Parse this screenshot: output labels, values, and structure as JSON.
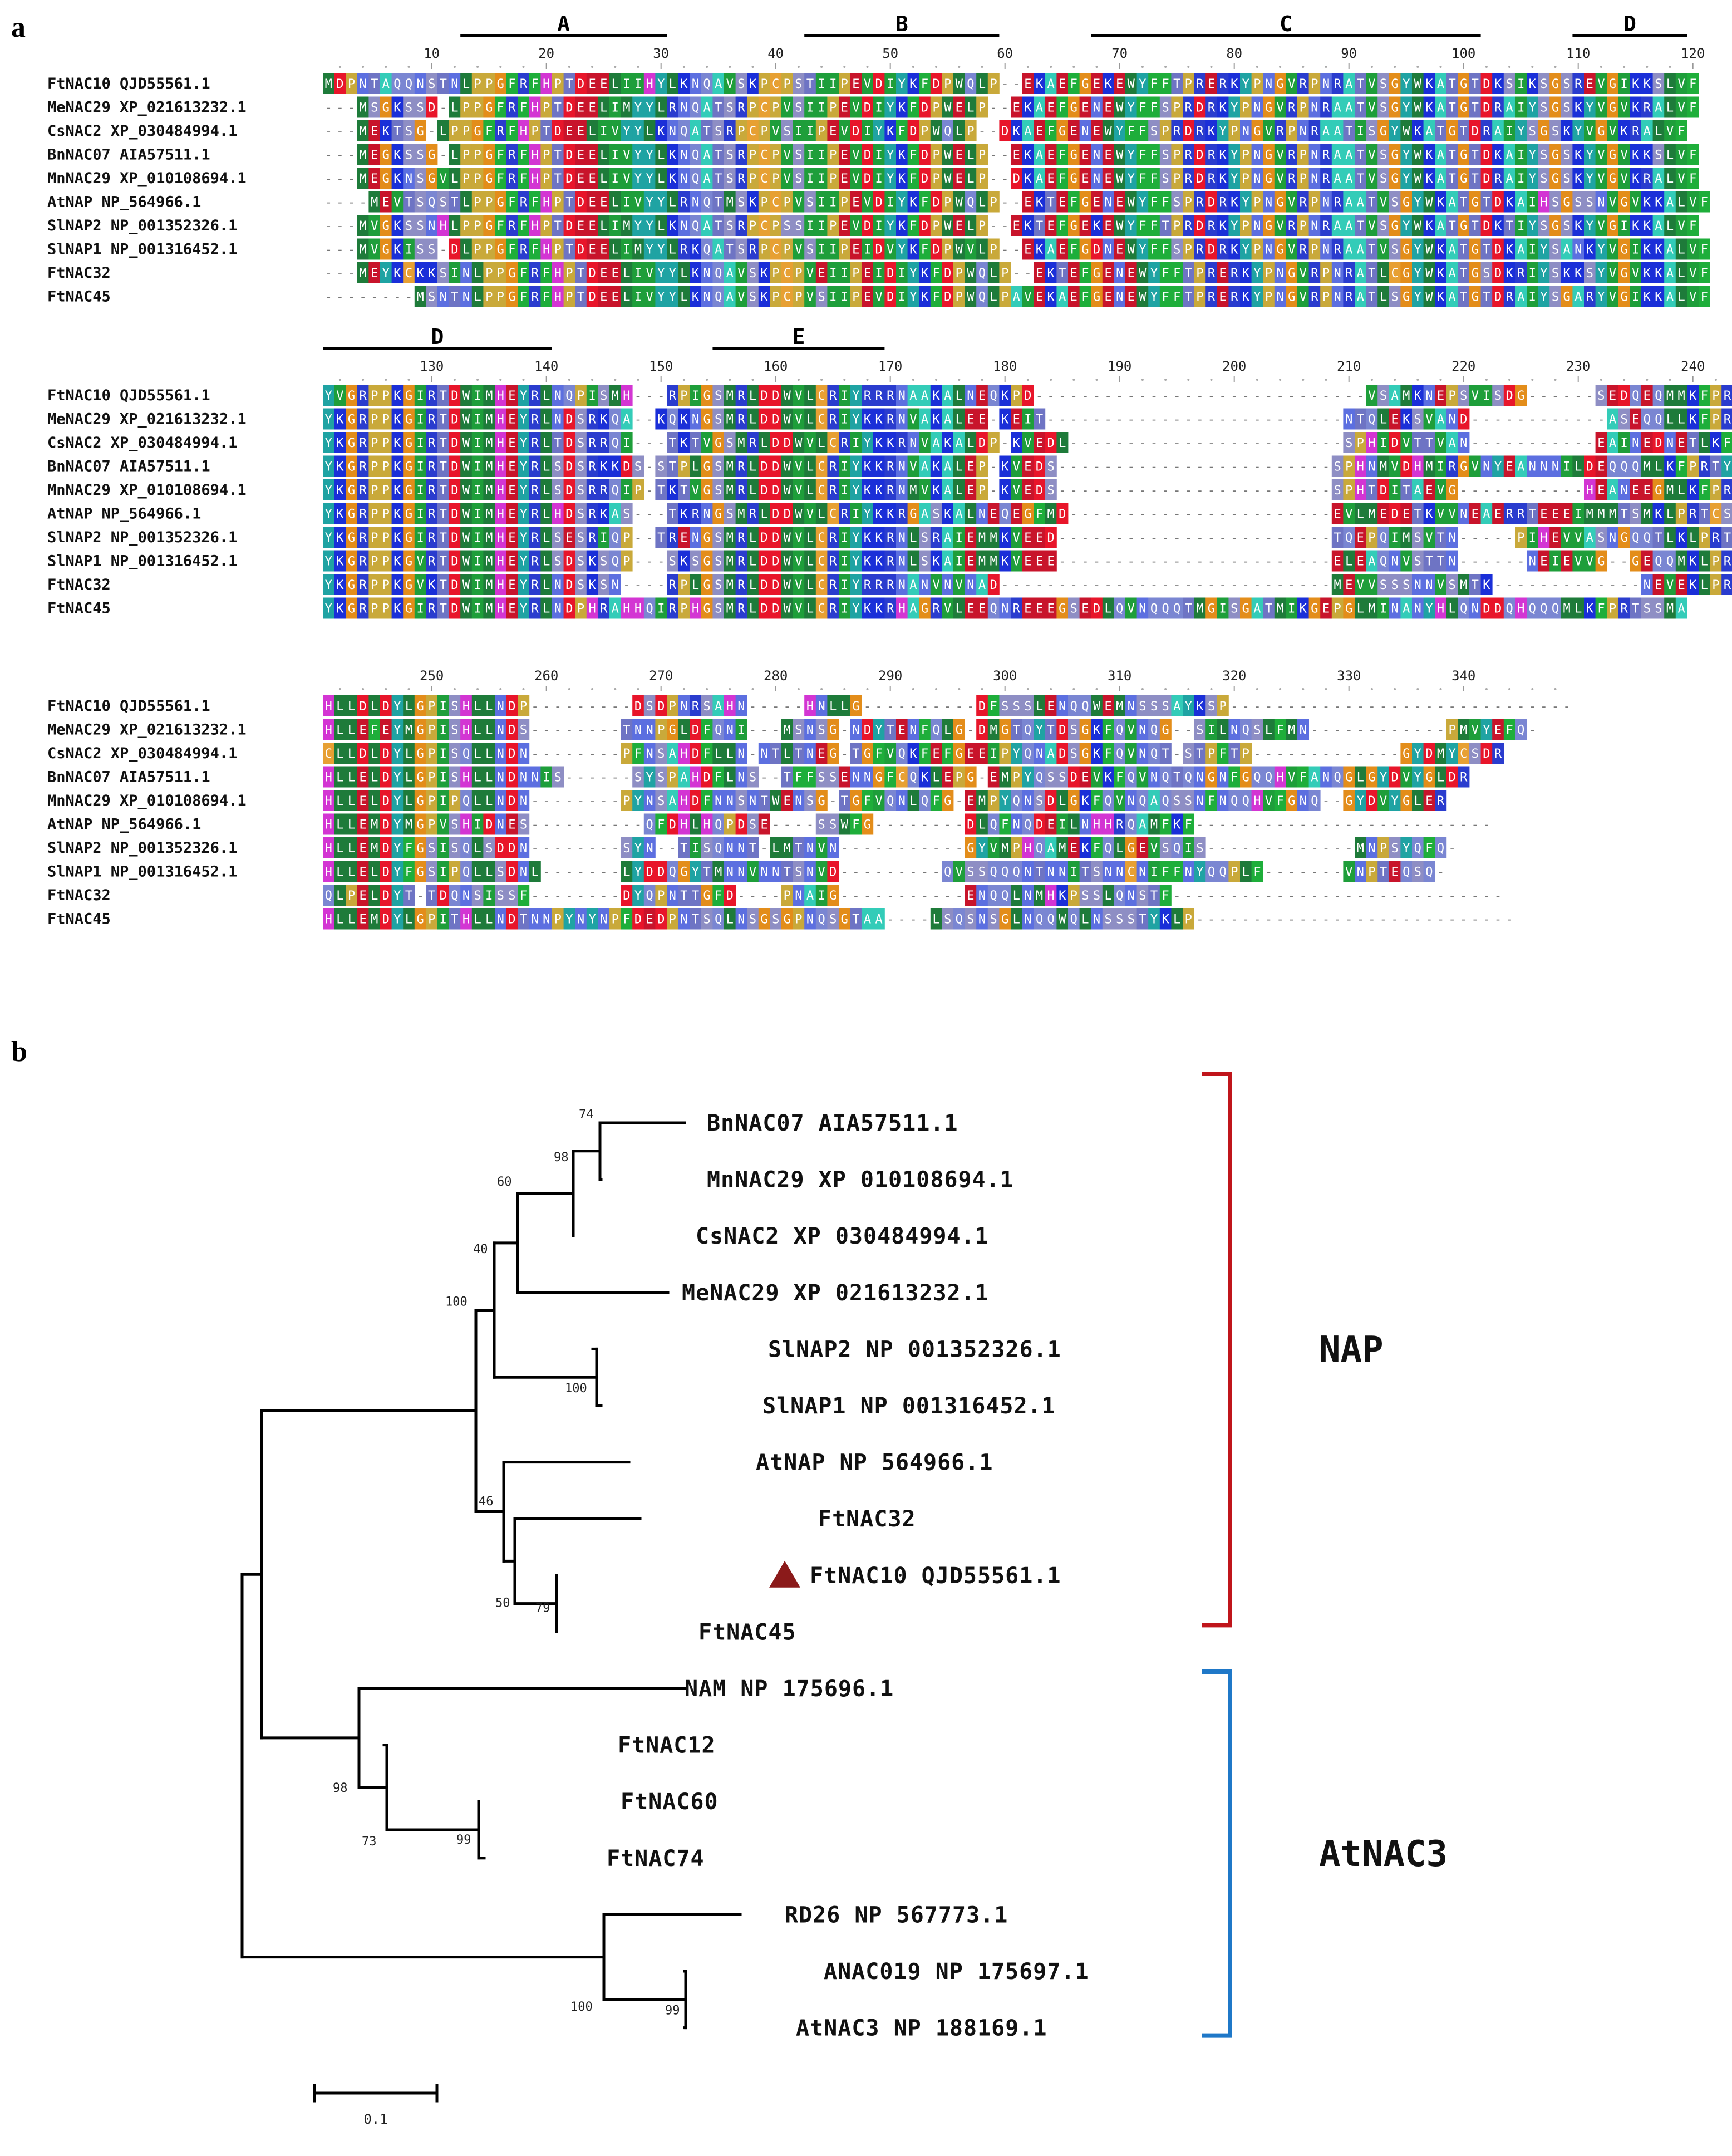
{
  "panel_a": {
    "label": "a",
    "blocks": [
      {
        "start": 1,
        "ruler_ticks": [
          "10",
          "20",
          "30",
          "40",
          "50",
          "60",
          "70",
          "80",
          "90",
          "100",
          "110",
          "120"
        ],
        "motifs": [
          {
            "label": "A",
            "from": 13,
            "to": 30
          },
          {
            "label": "B",
            "from": 43,
            "to": 59
          },
          {
            "label": "C",
            "from": 68,
            "to": 101
          },
          {
            "label": "D",
            "from": 110,
            "to": 119
          }
        ],
        "rows": [
          {
            "name": "FtNAC10 QJD55561.1",
            "seq": "MDPNTAQQNSTNLPPGFRFHPTDEELIIHYLKNQAVSKPCPSTIIPEVDIYKFDPWQLP--EKAEFGEKEWYFFTPRERKYPNGVRPNRATVSGYWKATGTDKSIKSGSREVGIKKSLVF"
          },
          {
            "name": "MeNAC29 XP_021613232.1",
            "seq": "---MSGKSSD-LPPGFRFHPTDEELIMYYLRNQATSRPCPVSIIPEVDIYKFDPWELP--EKAEFGENEWYFFSPRDRKYPNGVRPNRAATVSGYWKATGTDRAIYSGSKYVGVKRALVF"
          },
          {
            "name": "CsNAC2 XP_030484994.1",
            "seq": "---MEKTSG-LPPGFRFHPTDEELIVYYLKNQATSRPCPVSIIPEVDIYKFDPWQLP--DKAEFGENEWYFFSPRDRKYPNGVRPNRAATISGYWKATGTDRAIYSGSKYVGVKRALVF"
          },
          {
            "name": "BnNAC07 AIA57511.1",
            "seq": "---MEGKSSG-LPPGFRFHPTDEELIVYYLKNQATSRPCPVSIIPEVDIYKFDPWELP--EKAEFGENEWYFFSPRDRKYPNGVRPNRAATVSGYWKATGTDKAIYSGSKYVGVKKSLVF"
          },
          {
            "name": "MnNAC29 XP_010108694.1",
            "seq": "---MEGKNSGVLPPGFRFHPTDEELIVYYLKNQATSRPCPVSIIPEVDIYKFDPWELP--DKAEFGENEWYFFSPRDRKYPNGVRPNRAATVSGYWKATGTDRAIYSGSKYVGVKRALVF"
          },
          {
            "name": "AtNAP NP_564966.1",
            "seq": "----MEVTSQSTLPPGFRFHPTDEELIVYYLRNQTMSKPCPVSIIPEVDIYKFDPWQLP--EKTEFGENEWYFFSPRDRKYPNGVRPNRAATVSGYWKATGTDKAIHSGSSNVGVKKALVF"
          },
          {
            "name": "SlNAP2 NP_001352326.1",
            "seq": "---MVGKSSNHLPPGFRFHPTDEELIMYYLKNQATSRPCPSSIIPEVDIYKFDPWELP--EKTEFGEKEWYFFTPRDRKYPNGVRPNRAATVSGYWKATGTDKTIYSGSKYVGIKKALVF"
          },
          {
            "name": "SlNAP1 NP_001316452.1",
            "seq": "---MVGKISS-DLPPGFRFHPTDEELIMYYLRKQATSRPCPVSIIPEIDVYKFDPWVLP--EKAEFGDNEWYFFSPRDRKYPNGVRPNRAATVSGYWKATGTDKAIYSANKYVGIKKALVF"
          },
          {
            "name": "FtNAC32",
            "seq": "---MEYKCKKSINLPPGFRFHPTDEELIVYYLKNQAVSKPCPVEIIPEIDIYKFDPWQLP--EKTEFGENEWYFFTPRERKYPNGVRPNRATLCGYWKATGSDKRIYSKKSYVGVKKALVF"
          },
          {
            "name": "FtNAC45",
            "seq": "--------MSNTNLPPGFRFHPTDEELIVYYLKNQAVSKPCPVSIIPEVDIYKFDPWQLPAVEKAEFGENEWYFFTPRERKYPNGVRPNRATLSGYWKATGTDRAIYSGARYVGIKKALVF"
          }
        ]
      },
      {
        "start": 121,
        "ruler_ticks": [
          "130",
          "140",
          "150",
          "160",
          "170",
          "180",
          "190",
          "200",
          "210",
          "220",
          "230",
          "240"
        ],
        "motifs": [
          {
            "label": "D",
            "from": 121,
            "to": 140
          },
          {
            "label": "E",
            "from": 155,
            "to": 169
          }
        ],
        "rows": [
          {
            "name": "FtNAC10 QJD55561.1",
            "seq": "YVGRPPKGIRTDWIMHEYRLNQPISMH---RPIGSMRLDDWVLCRIYRRRNAAKALNEQKPD-----------------------------VSAMKNEPSVISDG------SEDQEQMMKFPRTFSIA"
          },
          {
            "name": "MeNAC29 XP_021613232.1",
            "seq": "YKGRPPKGIRTDWIMHEYRLNDSRKQA--KQKNGSMRLDDWVLCRIYKKRNVAKALEE-KEIT--------------------------NTQLEKSVAND------------ASEQQLLKFPRTCSLS"
          },
          {
            "name": "CsNAC2 XP_030484994.1",
            "seq": "YKGRPPKGIRTDWIMHEYRLTDSRRQI---TKTVGSMRLDDWVLCRIYKKRNVAKALDP-KVEDL------------------------SPHIDVTTVAN-----------EAINEDNETLKFPRTYSLA"
          },
          {
            "name": "BnNAC07 AIA57511.1",
            "seq": "YKGRPPKGIRTDWIMHEYRLSDSRKKDS-STPLGSMRLDDWVLCRIYKKRNVAKALEP-KVEDS------------------------SPHNMVDHMIRGVNYEANNNILDEQQQMLKFPRTYSIA"
          },
          {
            "name": "MnNAC29 XP_010108694.1",
            "seq": "YKGRPPKGIRTDWIMHEYRLSDSRRQIP-TKTVGSMRLDDWVLCRIYKKRNMVKALEP-KVEDS------------------------SPHTDITAEVG-----------HEANEEGMLKFPRTYSIA"
          },
          {
            "name": "AtNAP NP_564966.1",
            "seq": "YKGRPPKGIRTDWIMHEYRLHDSRKAS---TKRNGSMRLDDWVLCRIYKKRGASKALNEQEGFMD-----------------------EVLMEDETKVVNEAERRTEEEIMMMTSMKLPRTCSIA"
          },
          {
            "name": "SlNAP2 NP_001352326.1",
            "seq": "YKGRPPKGIRTDWIMHEYRLSESRIQP--TRENGSMRLDDWVLCRIYKKRNLSRAIEMMKVEED------------------------TQEPQIMSVTN-----PIHEVVASNGQQTLKLPRTCSLS"
          },
          {
            "name": "SlNAP1 NP_001316452.1",
            "seq": "YKGRPPKGVRTDWIMHEYRLSDSKSQP---SKSGSMRLDDWVLCRIYKKRNLSKAIEMMKVEEE------------------------ELEAQNVSTTN------NEIEVVG--GEQQMKLPRICSLS"
          },
          {
            "name": "FtNAC32",
            "seq": "YKGRPPKGVKTDWIMHEYRLNDSKSN----RPLGSMRLDDWVLCRIYRRRNANVNVNAD-----------------------------MEVVSSSNNVSMTK-------------NEVEKLPRTFSLS"
          },
          {
            "name": "FtNAC45",
            "seq": "YKGRPPKGIRTDWIMHEYRLNDPHRAHHQIRPHGSMRLDDWVLCRIYKKRHAGRVLEEQNREEEGSEDLQVNQQQTMGISGATMIKGEPGLMINANYHLQNDDQHQQQMLKFPRTSSMA"
          }
        ]
      },
      {
        "start": 241,
        "ruler_ticks": [
          "250",
          "260",
          "270",
          "280",
          "290",
          "300",
          "310",
          "320",
          "330",
          "340"
        ],
        "motifs": [],
        "rows": [
          {
            "name": "FtNAC10 QJD55561.1",
            "seq": "HLLDLDYLGPISHLLNDP---------DSDPNRSAHN-----HNLLG----------DFSSSLENQQWEMNSSSAYKSP------------------------------"
          },
          {
            "name": "MeNAC29 XP_021613232.1",
            "seq": "HLLEFEYMGPISHLLNDS--------TNNPGLDFQNI---MSNSG-NDYTENFQLG-DMGTQYTDSGKFQVNQG--SILNQSLFMN------------PMVYEFQ-"
          },
          {
            "name": "CsNAC2 XP_030484994.1",
            "seq": "CLLDLDYLGPISQLLNDN--------PFNSAHDFLLN-NTLTNEG-TGFVQKFEFGEEIPYQNADSGKFQVNQT-STPFTP-------------GYDMYCSDR"
          },
          {
            "name": "BnNAC07 AIA57511.1",
            "seq": "HLLELDYLGPISHLLNDNNIS------SYSPAHDFLNS--TFFSSENNGFCQKLEPG-EMPYQSSDEVKFQVNQTQNGNFGQQHVFANQGLGYDVYGLDR"
          },
          {
            "name": "MnNAC29 XP_010108694.1",
            "seq": "HLLELDYLGPIPQLLNDN--------PYNSAHDFNNSNTWENSG-TGFVQNLQFG-EMPYQNSDLGKFQVNQAQSSNFNQQHVFGNQ--GYDVYGLER"
          },
          {
            "name": "AtNAP NP_564966.1",
            "seq": "HLLEMDYMGPVSHIDNES----------QFDHLHQPDSE----SSWFG--------DLQFNQDEILNHHRQAMFKF--------------------------"
          },
          {
            "name": "SlNAP2 NP_001352326.1",
            "seq": "HLLEMDYFGSISQLSDDN--------SYN--TISQNNT-LMTNVN-----------GYVMPHQAMEKFQLGEVSQIS-------------MNPSYQFQ-"
          },
          {
            "name": "SlNAP1 NP_001316452.1",
            "seq": "HLLELDYFGSIPQLLSDNL-------LYDDQGYTMNNVNNTSNVD---------QVSSQQQNTNNITSNNCNIFFNYQQPLF-------VNPTEQSQ-"
          },
          {
            "name": "FtNAC32",
            "seq": "QLPELDYT-TDQNSISSF--------DYQPNTTGFD----PNAIG-----------ENQQLNMHKPSSLQNSTF-----------------------------"
          },
          {
            "name": "FtNAC45",
            "seq": "HLLEMDYLGPITHLLNDTNNPYNYNPFDEDPNTSQLNSGSGPNQSGTAA----LSQSNSGLNQQWQLNSSSTYKLP----------------------------"
          }
        ]
      }
    ]
  },
  "panel_b": {
    "label": "b",
    "taxa": [
      "BnNAC07 AIA57511.1",
      "MnNAC29 XP 010108694.1",
      "CsNAC2 XP 030484994.1",
      "MeNAC29 XP 021613232.1",
      "SlNAP2 NP 001352326.1",
      "SlNAP1 NP 001316452.1",
      "AtNAP NP 564966.1",
      "FtNAC32",
      "FtNAC10 QJD55561.1",
      "FtNAC45",
      "NAM NP 175696.1",
      "FtNAC12",
      "FtNAC60",
      "FtNAC74",
      "RD26 NP 567773.1",
      "ANAC019 NP 175697.1",
      "AtNAC3 NP 188169.1"
    ],
    "bootstrap": [
      "74",
      "98",
      "60",
      "40",
      "100",
      "100",
      "46",
      "50",
      "79",
      "98",
      "73",
      "99",
      "100",
      "99"
    ],
    "groups": [
      {
        "name": "NAP",
        "color": "#C0151B"
      },
      {
        "name": "AtNAC3",
        "color": "#1F78C8"
      }
    ],
    "scale_label": "0.1",
    "highlight_marker_color": "#8B1A1A"
  },
  "colors": {
    "aa": {
      "A": "#33CCB8",
      "V": "#1E9E3A",
      "L": "#1E7B3A",
      "I": "#1E9E3A",
      "M": "#1E7B3A",
      "F": "#1EAE3A",
      "W": "#1E7B3A",
      "Y": "#1FA3A3",
      "C": "#E7A033",
      "G": "#E38D1A",
      "P": "#C9A93A",
      "S": "#8E8EC4",
      "T": "#6E74C4",
      "N": "#5C6FE0",
      "Q": "#7A86D2",
      "D": "#E8152A",
      "E": "#C8142B",
      "K": "#1A2FD8",
      "R": "#2A3CCE",
      "H": "#D335D3"
    }
  }
}
